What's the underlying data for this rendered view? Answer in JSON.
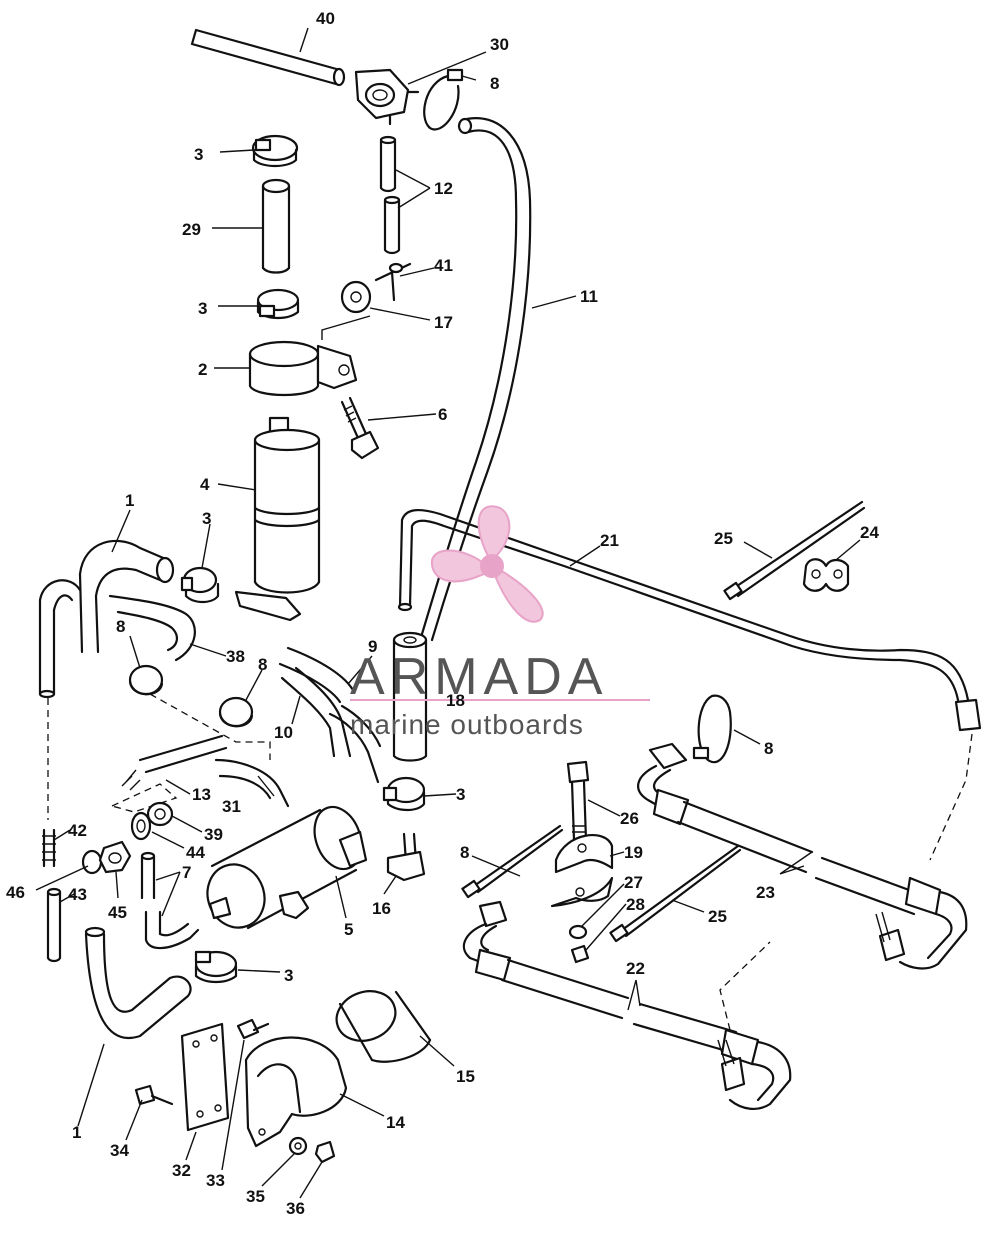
{
  "diagram": {
    "callouts": [
      {
        "n": "40"
      },
      {
        "n": "30"
      },
      {
        "n": "8"
      },
      {
        "n": "3"
      },
      {
        "n": "12"
      },
      {
        "n": "29"
      },
      {
        "n": "41"
      },
      {
        "n": "11"
      },
      {
        "n": "3"
      },
      {
        "n": "17"
      },
      {
        "n": "2"
      },
      {
        "n": "6"
      },
      {
        "n": "4"
      },
      {
        "n": "1"
      },
      {
        "n": "3"
      },
      {
        "n": "21"
      },
      {
        "n": "25"
      },
      {
        "n": "24"
      },
      {
        "n": "8"
      },
      {
        "n": "38"
      },
      {
        "n": "8"
      },
      {
        "n": "9"
      },
      {
        "n": "18"
      },
      {
        "n": "10"
      },
      {
        "n": "8"
      },
      {
        "n": "13"
      },
      {
        "n": "31"
      },
      {
        "n": "3"
      },
      {
        "n": "26"
      },
      {
        "n": "42"
      },
      {
        "n": "39"
      },
      {
        "n": "44"
      },
      {
        "n": "19"
      },
      {
        "n": "46"
      },
      {
        "n": "43"
      },
      {
        "n": "45"
      },
      {
        "n": "7"
      },
      {
        "n": "5"
      },
      {
        "n": "16"
      },
      {
        "n": "8"
      },
      {
        "n": "27"
      },
      {
        "n": "28"
      },
      {
        "n": "25"
      },
      {
        "n": "23"
      },
      {
        "n": "3"
      },
      {
        "n": "22"
      },
      {
        "n": "15"
      },
      {
        "n": "14"
      },
      {
        "n": "1"
      },
      {
        "n": "34"
      },
      {
        "n": "32"
      },
      {
        "n": "33"
      },
      {
        "n": "35"
      },
      {
        "n": "36"
      }
    ]
  },
  "watermark": {
    "brand": "ARMADA",
    "tagline": "marine outboards",
    "color": "#e8a3c8"
  }
}
